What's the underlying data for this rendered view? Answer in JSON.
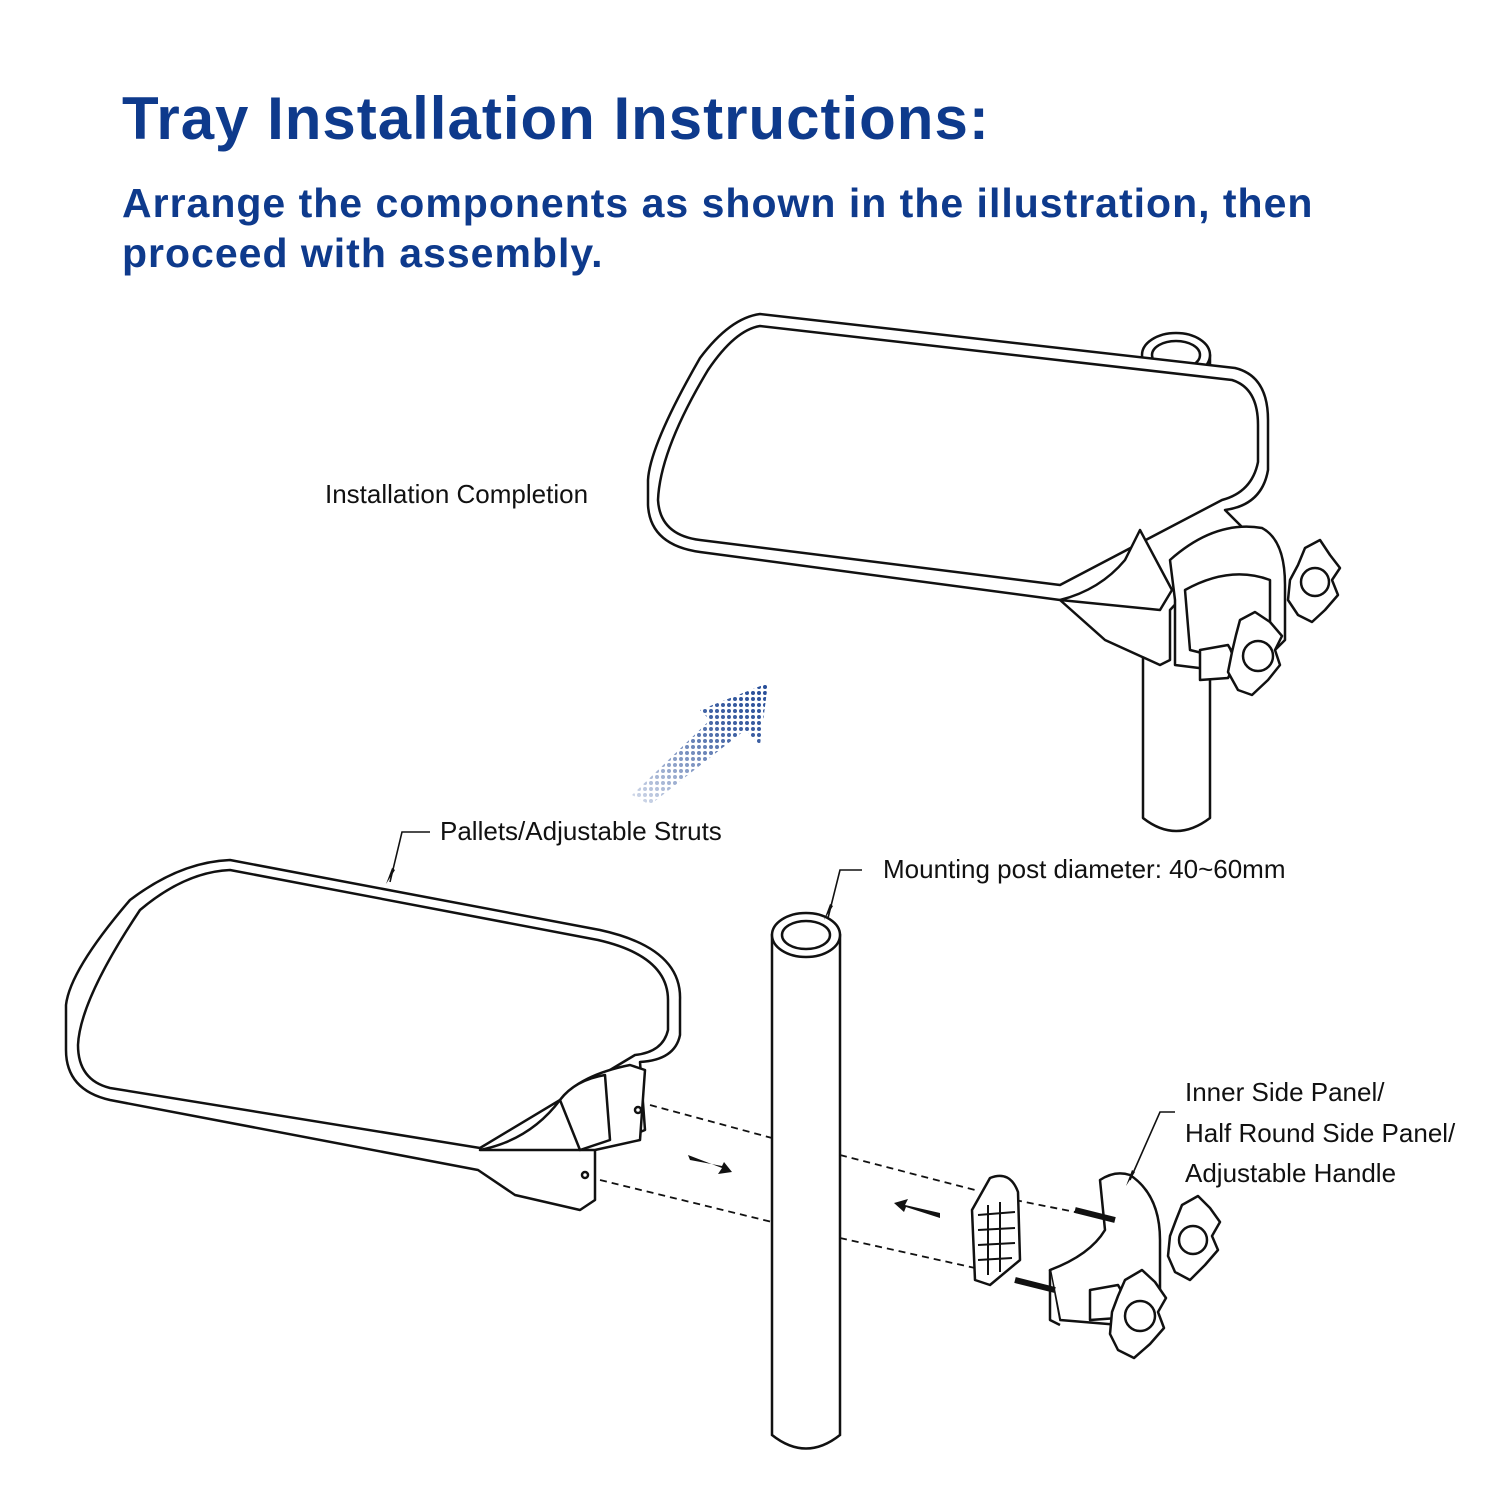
{
  "header": {
    "title": "Tray Installation Instructions:",
    "subtitle": "Arrange the components as shown in the illustration, then proceed with assembly."
  },
  "labels": {
    "completion": "Installation Completion",
    "pallets": "Pallets/Adjustable Struts",
    "post_diameter": "Mounting post diameter: 40~60mm",
    "panel_line1": "Inner Side Panel/",
    "panel_line2": "Half Round Side Panel/",
    "panel_line3": "Adjustable Handle"
  },
  "colors": {
    "heading": "#0e3a8c",
    "arrow": "#123c8e",
    "line": "#111111"
  }
}
